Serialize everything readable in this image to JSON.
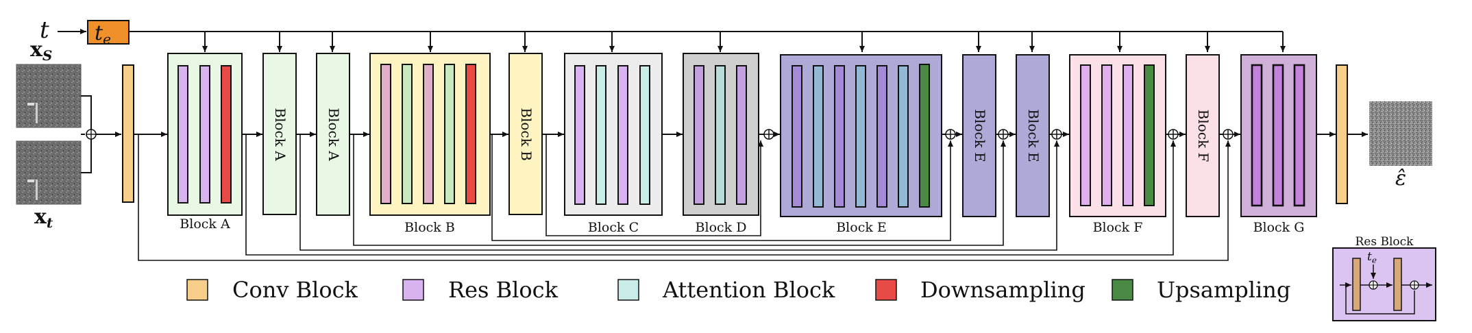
{
  "inputs": {
    "t_label": "t",
    "te_label": "t",
    "te_sub": "e",
    "xs_label": "x",
    "xs_sub": "S",
    "xt_label": "x",
    "xt_sub": "t",
    "output_label": "ε̂"
  },
  "blocks": {
    "block_a_1": "Block A",
    "block_a_2": "Block A",
    "block_a_3": "Block A",
    "block_b_1": "Block B",
    "block_b_2": "Block B",
    "block_c": "Block C",
    "block_d": "Block D",
    "block_e_1": "Block E",
    "block_e_2": "Block E",
    "block_e_3": "Block E",
    "block_f_1": "Block F",
    "block_f_2": "Block F",
    "block_g": "Block G"
  },
  "legend": [
    {
      "label": "Conv Block",
      "color": "#f7cf8a"
    },
    {
      "label": "Res Block",
      "color": "#d9b3f0"
    },
    {
      "label": "Attention Block",
      "color": "#c9ece8"
    },
    {
      "label": "Downsampling",
      "color": "#e84a45"
    },
    {
      "label": "Upsampling",
      "color": "#4a8a45"
    }
  ],
  "res_block_inset": {
    "title": "Res Block",
    "te_label": "t",
    "te_sub": "e"
  },
  "colors": {
    "conv": "#f7cf8a",
    "res": "#d9b3f0",
    "attention": "#c9ece8",
    "down": "#e84a45",
    "up": "#4a8a45",
    "time_embed": "#f0902a",
    "block_a_bg": "#e8f8e4",
    "block_b_bg": "#fdf4c2",
    "block_c_bg": "#ececec",
    "block_d_bg": "#cfcfcf",
    "block_e_bg": "#aeaad8",
    "block_f_bg": "#fbe0e8",
    "block_g_bg": "#d0afd8",
    "inset_bg": "#dcc4f2"
  }
}
